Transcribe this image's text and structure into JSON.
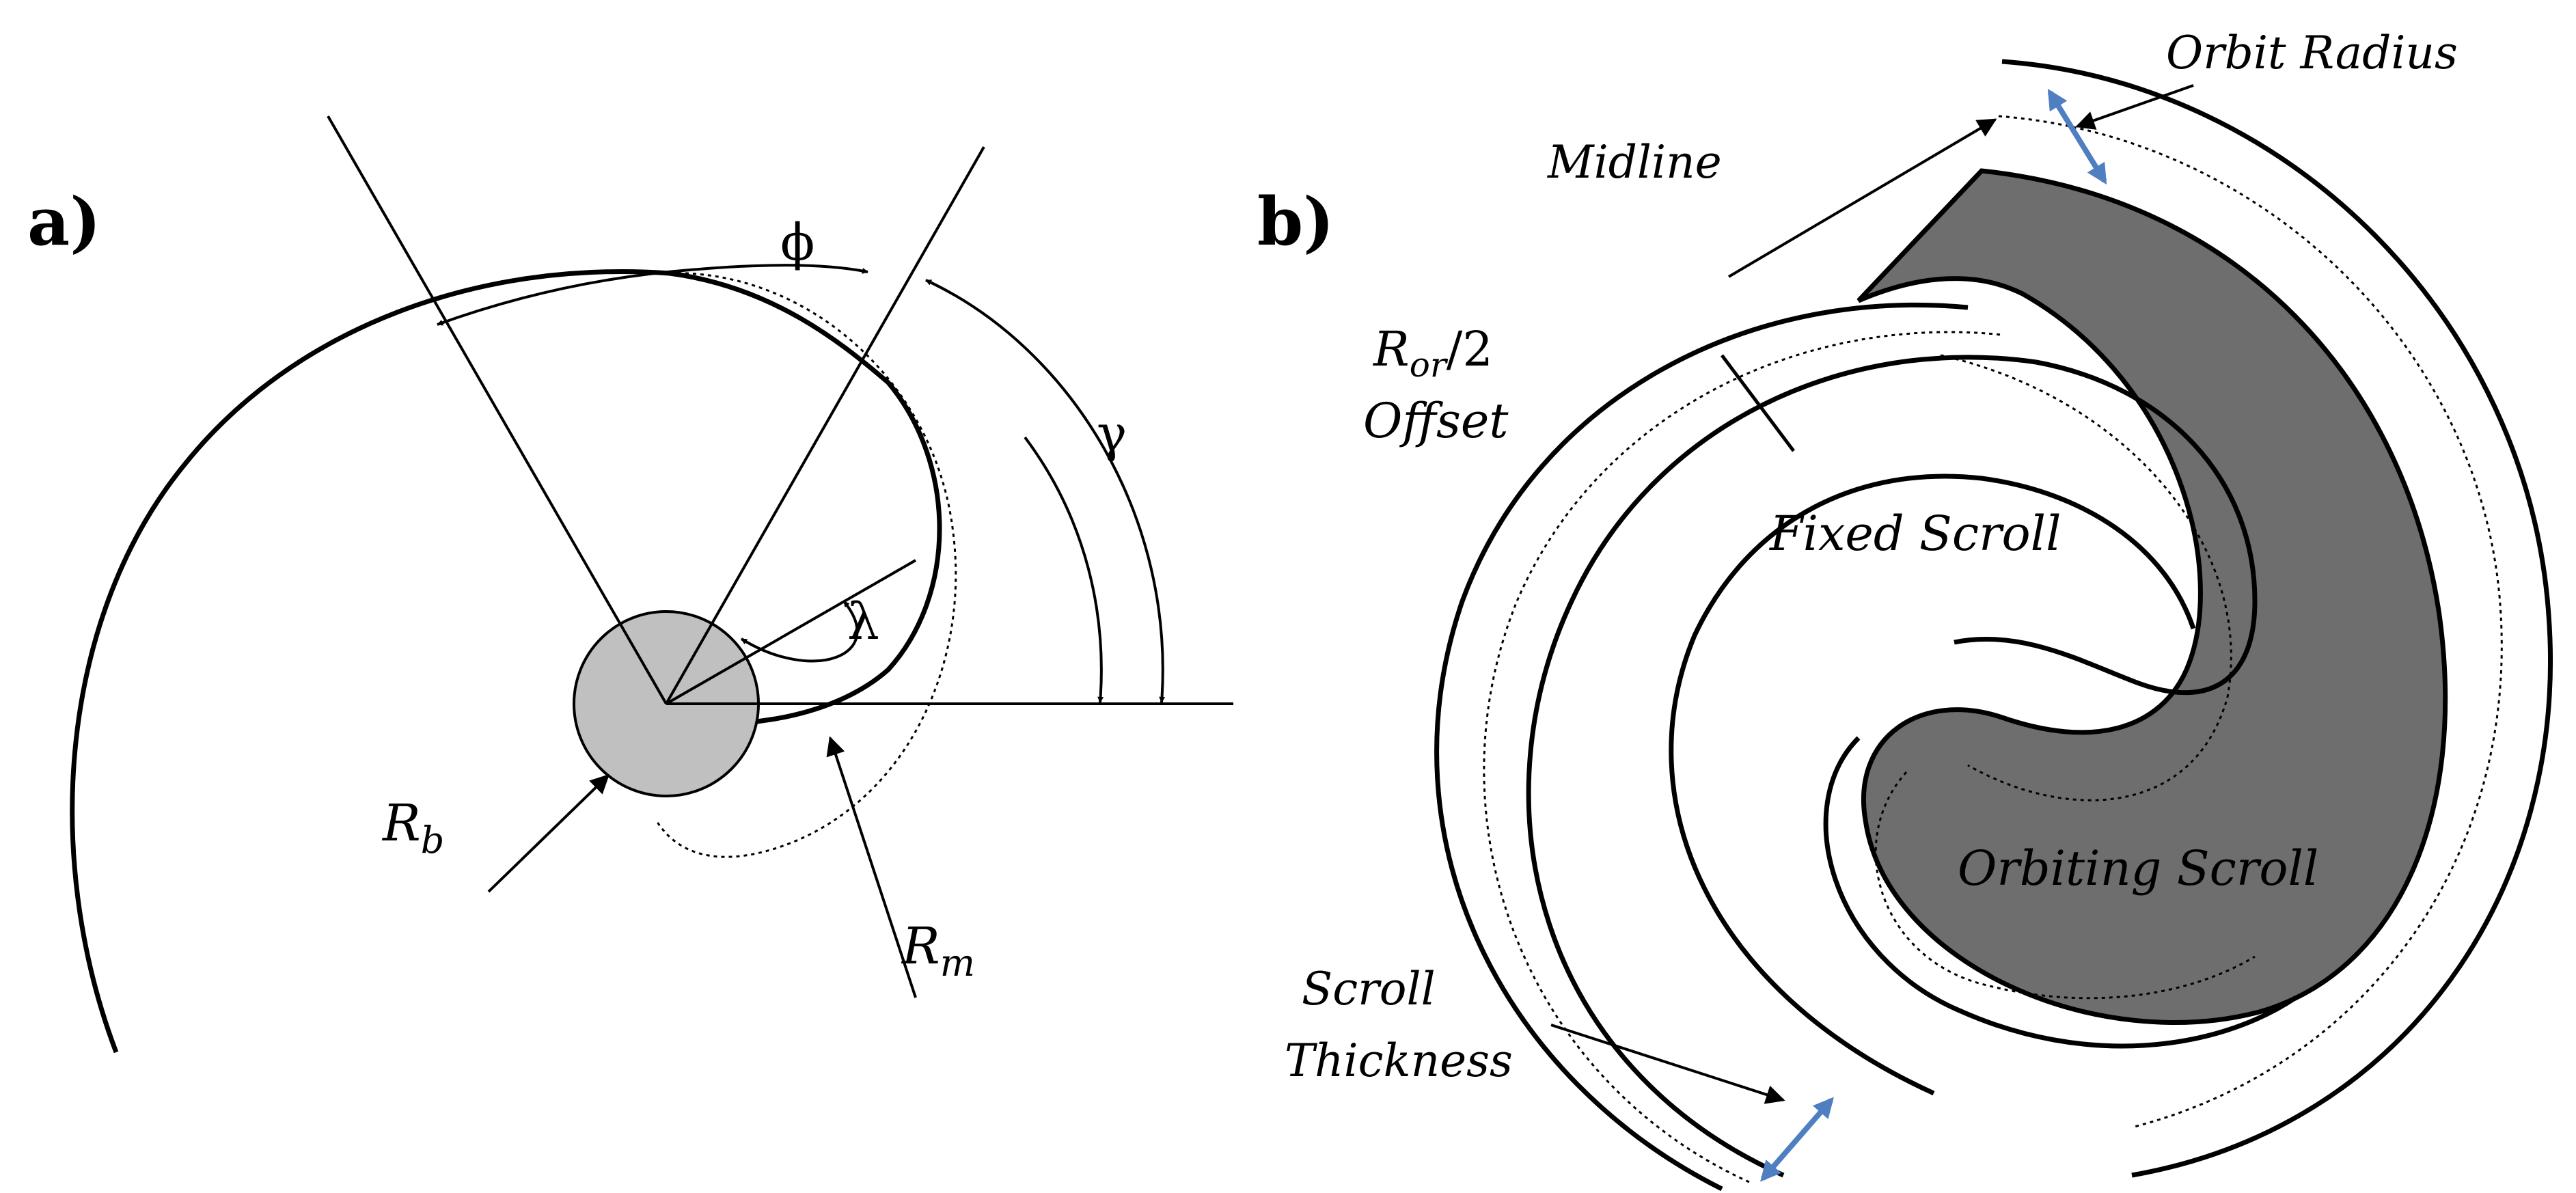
{
  "panel_a": {
    "label": "a)",
    "symbols": {
      "phi": "ϕ",
      "gamma": "γ",
      "lambda": "λ",
      "r_b_main": "R",
      "r_b_sub": "b",
      "r_m_main": "R",
      "r_m_sub": "m"
    }
  },
  "panel_b": {
    "label": "b)",
    "annotations": {
      "orbit_radius": "Orbit Radius",
      "midline": "Midline",
      "offset_line1_main": "R",
      "offset_line1_sub": "or",
      "offset_line1_tail": "/2",
      "offset_line2": "Offset",
      "fixed_scroll": "Fixed Scroll",
      "orbiting_scroll": "Orbiting Scroll",
      "scroll_thickness_line1": "Scroll",
      "scroll_thickness_line2": "Thickness"
    }
  },
  "colors": {
    "ink": "#000000",
    "base_circle": "#c0c0c0",
    "orbiting_scroll_fill": "#6e6e6e",
    "dimension_arrow": "#4f7fc1"
  }
}
